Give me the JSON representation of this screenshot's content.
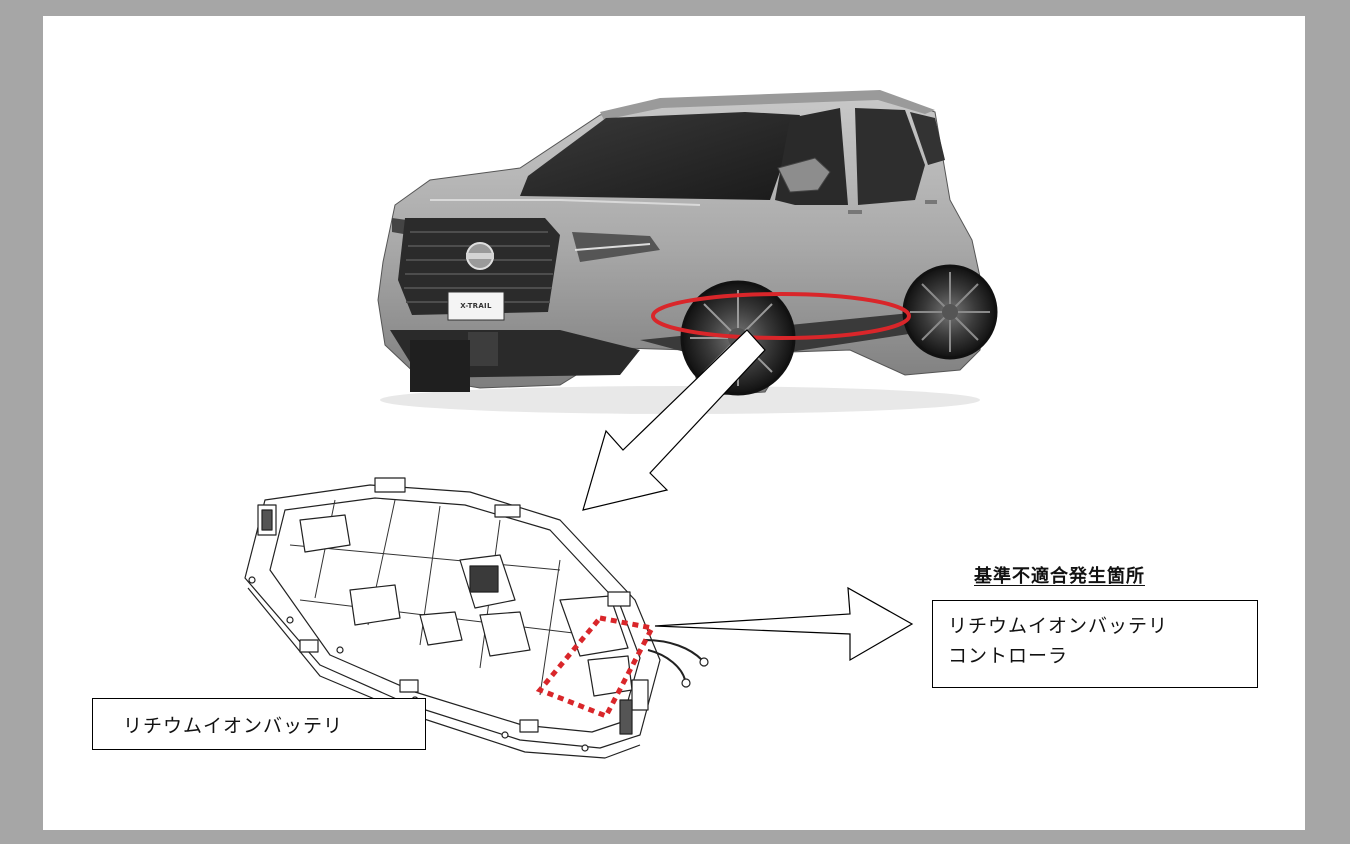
{
  "document": {
    "heading": "基準不適合発生箇所",
    "battery_label": "リチウムイオンバッテリ",
    "controller_label_line1": "リチウムイオンバッテリ",
    "controller_label_line2": "コントローラ",
    "plate_text": "X-TRAIL"
  },
  "colors": {
    "frame": "#a6a6a6",
    "page": "#ffffff",
    "highlight_red": "#d9262a",
    "outline": "#000000"
  },
  "images": {
    "vehicle": "car-photo",
    "battery_pack": "battery-pack-drawing"
  }
}
